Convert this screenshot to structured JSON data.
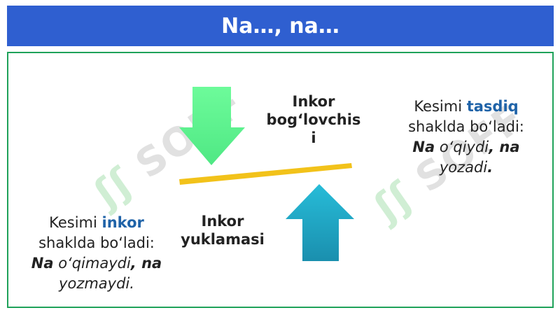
{
  "title": "Na…, na…",
  "labels": {
    "top": [
      "Inkor",
      "bog‘lovchis",
      "i"
    ],
    "bottom": [
      "Inkor",
      "yuklamasi"
    ]
  },
  "right_block": {
    "line1_prefix": "Kesimi ",
    "line1_accent": "tasdiq",
    "line2": "shaklda bo‘ladi:",
    "example_bold1": "Na",
    "example_italic1": " o‘qiydi",
    "example_bold2": ", na",
    "example_italic2": "yozadi",
    "example_end": "."
  },
  "left_block": {
    "line1_prefix": "Kesimi ",
    "line1_accent": "inkor",
    "line2": "shaklda bo‘ladi:",
    "example_bold1": "Na",
    "example_italic1": " o‘qimaydi",
    "example_bold2": ", na",
    "example_italic2": "yozmaydi."
  },
  "watermark_text": "SOFF",
  "colors": {
    "header": "#2f5fd0",
    "border": "#1fa25a",
    "down_arrow": "#5ff08f",
    "up_arrow": "#1fa9c9",
    "bar": "#f2c21a",
    "accent_text": "#1f63a8"
  }
}
